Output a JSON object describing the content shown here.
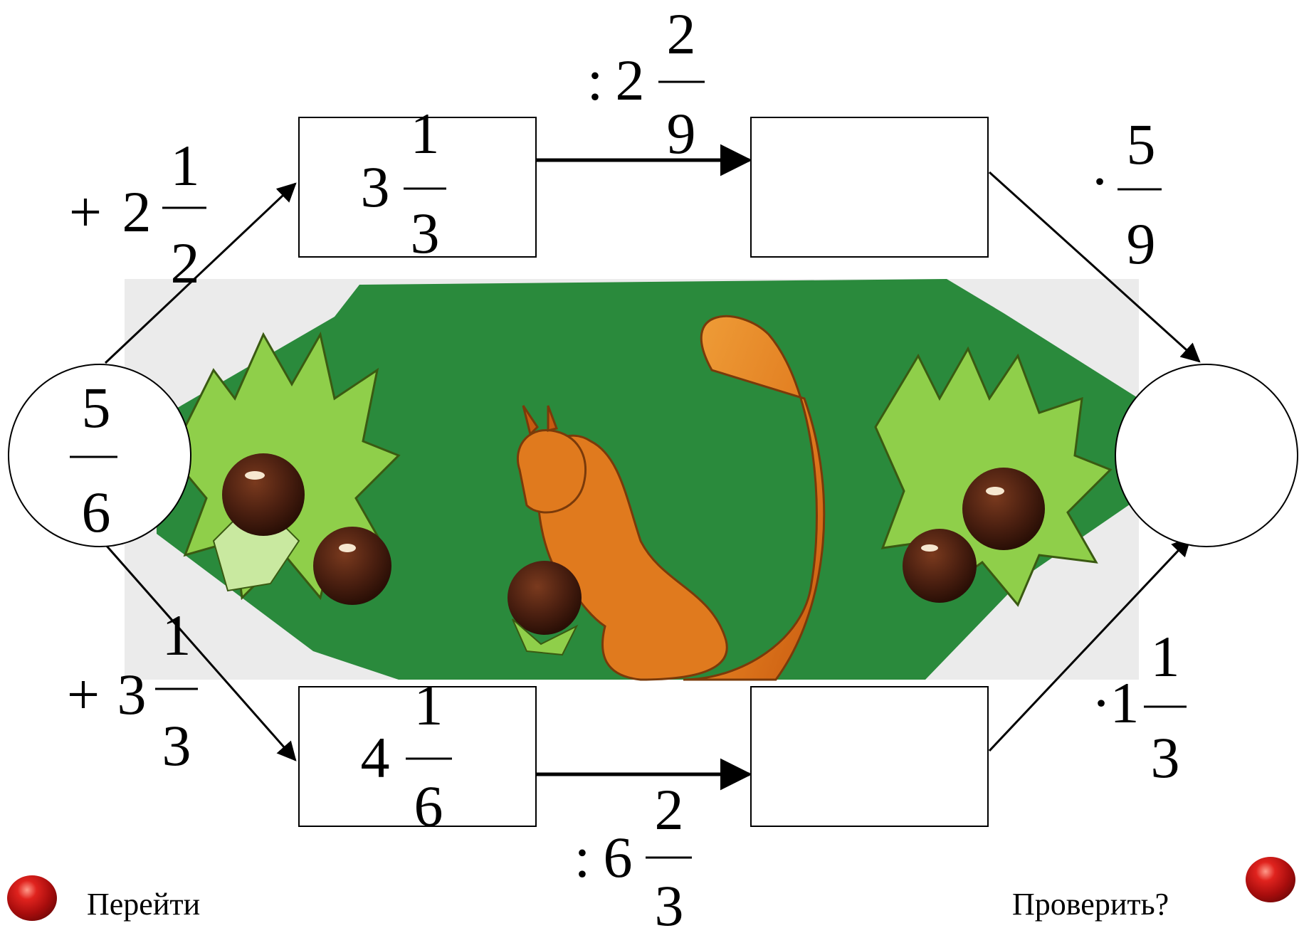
{
  "start": {
    "whole": "",
    "num": "5",
    "den": "6"
  },
  "top_path": {
    "op1": {
      "sign": "+",
      "whole": "2",
      "num": "1",
      "den": "2"
    },
    "box1": {
      "whole": "3",
      "num": "1",
      "den": "3"
    },
    "op2": {
      "sign": ":",
      "whole": "2",
      "num": "2",
      "den": "9"
    },
    "box2": "",
    "op3": {
      "sign": "·",
      "whole": "",
      "num": "5",
      "den": "9"
    }
  },
  "bottom_path": {
    "op1": {
      "sign": "+",
      "whole": "3",
      "num": "1",
      "den": "3"
    },
    "box1": {
      "whole": "4",
      "num": "1",
      "den": "6"
    },
    "op2": {
      "sign": ":",
      "whole": "6",
      "num": "2",
      "den": "3"
    },
    "box2": "",
    "op3": {
      "sign": "·",
      "whole": "1",
      "num": "1",
      "den": "3"
    }
  },
  "result": "",
  "nav": {
    "go_label": "Перейти",
    "check_label": "Проверить?"
  },
  "colors": {
    "wrapper_green": "#2a8a3c",
    "squirrel_orange": "#e07a1e",
    "nut_brown": "#4a1f10",
    "leaf_green": "#8fcf4a",
    "button_red": "#d81e1e"
  }
}
